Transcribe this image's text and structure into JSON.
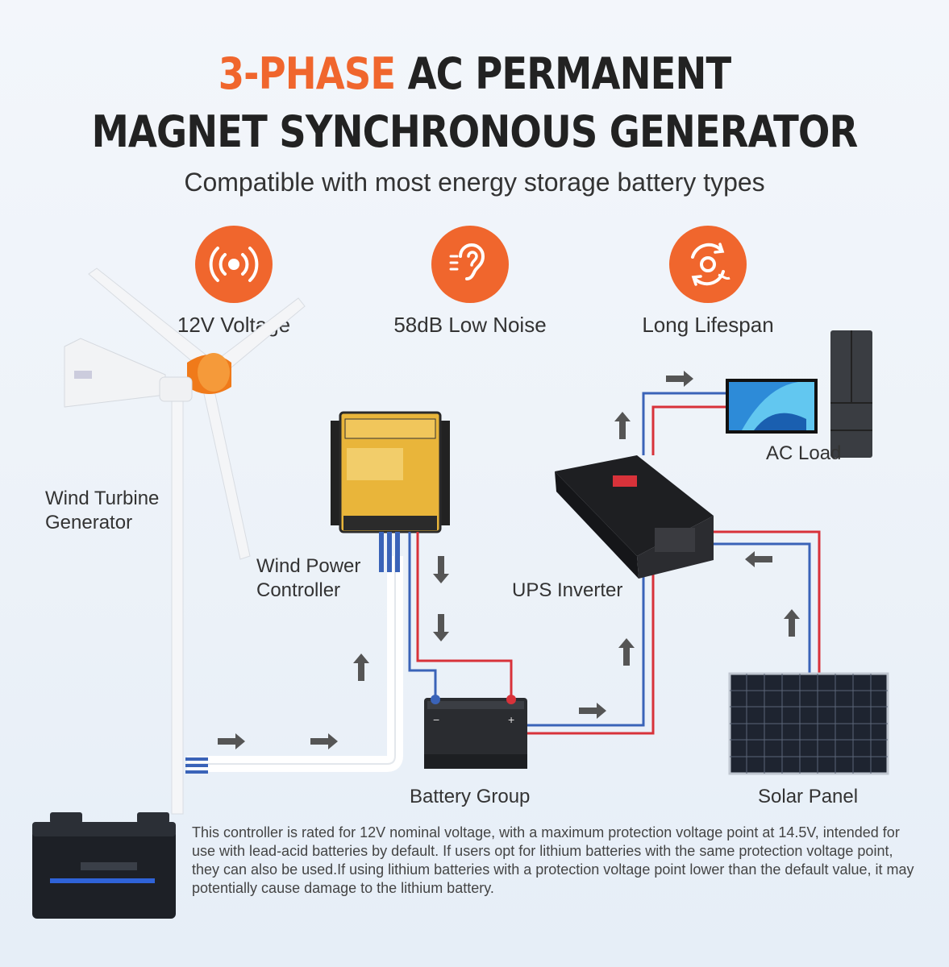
{
  "header": {
    "title_accent": "3-PHASE",
    "title_rest_line1": " AC PERMANENT",
    "title_line2": "MAGNET SYNCHRONOUS GENERATOR",
    "subtitle": "Compatible with most energy storage battery types"
  },
  "features": [
    {
      "label": "12V Voltage",
      "icon": "vibration-signal-icon"
    },
    {
      "label": "58dB Low Noise",
      "icon": "ear-sound-icon"
    },
    {
      "label": "Long Lifespan",
      "icon": "cycle-gear-icon"
    }
  ],
  "components": {
    "wind_turbine": [
      "Wind Turbine",
      "Generator"
    ],
    "controller": [
      "Wind Power",
      "Controller"
    ],
    "inverter": "UPS Inverter",
    "ac_load": "AC Load",
    "battery": "Battery Group",
    "solar": "Solar Panel"
  },
  "note": "This controller is rated for 12V nominal voltage, with a maximum protection voltage point at 14.5V, intended for use with lead-acid batteries by default. If users opt for lithium batteries with the same protection voltage point, they can also be used.If using lithium batteries with a protection voltage point lower than the default value, it may potentially cause damage to the lithium battery.",
  "colors": {
    "accent": "#f0662d",
    "wire_red": "#d8323a",
    "wire_blue": "#3a63b8"
  }
}
